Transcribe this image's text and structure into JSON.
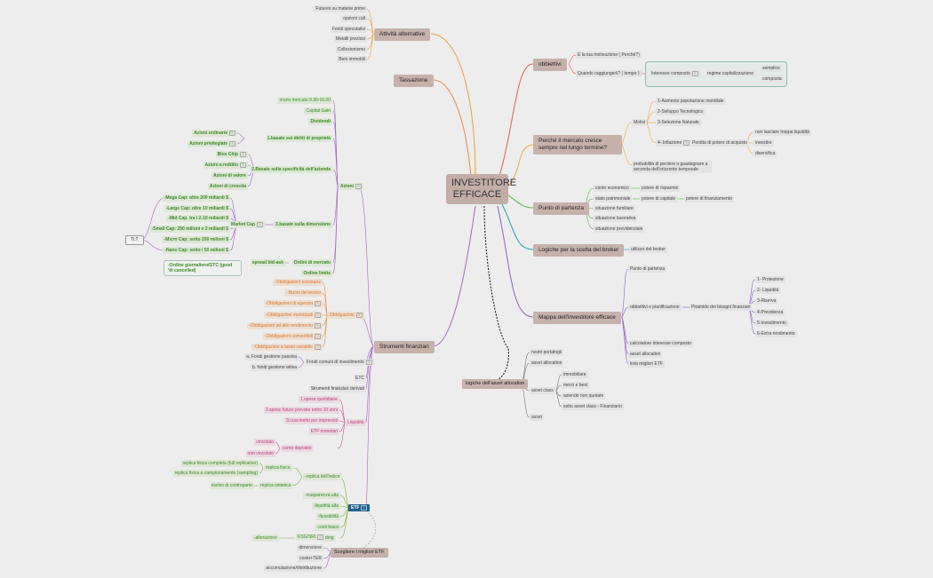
{
  "central": "INVESTITORE EFFICACE",
  "branches": {
    "alternative": {
      "label": "Attività alternative",
      "items": [
        "Futures su materie prime",
        "opzioni call",
        "Fondi speculativi",
        "Metalli preziosi",
        "Collezionismo",
        "Beni immobili"
      ]
    },
    "tassazione": {
      "label": "Tassazione"
    },
    "obiettivi": {
      "label": "obbiettivi",
      "items": [
        "E la tua motivazione ( Perché?)",
        "Quando raggiungerli? ( tempo )"
      ],
      "interesse": "Interesse composto",
      "regime": "regime capitalizzazione",
      "regime_items": [
        "semplice",
        "composta"
      ]
    },
    "mercato": {
      "label": "Perché il mercato cresce sempre nel lungo termine?",
      "motivi": "Motivi",
      "motivi_items": [
        "1-Aumento popolazione mondiale",
        "2-Sviluppo Tecnologico",
        "3-Selezione Naturale",
        "4- Inflazione"
      ],
      "perdita": "Perdita di potere di acquisto",
      "perdita_items": [
        "non lasciare troppa liquidità",
        "investire",
        "diversifica"
      ],
      "probabilita": "probabilità di perdere o guadagnare a seconda dell'orizzonte temporale"
    },
    "partenza": {
      "label": "Punto di partenza",
      "items": [
        "conto economico",
        "stato patrimoniale",
        "situazione familiare",
        "situazione lavorativa",
        "situazione previdenziale"
      ],
      "risparmio": "potere di risparmio",
      "capitale": "potere di capitale",
      "finanziamento": "potere di finanziamento"
    },
    "logiche": {
      "label": "Logiche per la scelta del broker",
      "item": "utilizzo del broker"
    },
    "mappa": {
      "label": "Mappa dell'investitore efficace",
      "items": [
        "Punto di partenza",
        "obbiettivi e pianificazione",
        "calcolatore interesse composto",
        "asset allocation",
        "lista migliori ETF"
      ],
      "piramide": "Piramide dei bisogni finanziari",
      "piramide_items": [
        "1- Protezione",
        "2- Liquidità",
        "3-Riserva",
        "4-Previdenza",
        "5-Investimento",
        "6-Extra rendimento"
      ]
    },
    "asset": {
      "label": "logiche dell'asset allocation",
      "items": [
        "nostri portafogli",
        "asset allocation",
        "asset class",
        "asset"
      ],
      "class_items": [
        "immobiliare",
        "merci e beni",
        "aziende non quotate",
        "sotto asset class - Finanziario"
      ]
    },
    "strumenti": {
      "label": "Strumenti finanziari",
      "azioni": "Azioni",
      "azioni_top": [
        "orario mercato 9.30-16.00",
        "Capital Gain",
        "Dividendi"
      ],
      "diritti": "1.basate sui diritti di proprietà",
      "diritti_items": [
        "Azioni ordinarie",
        "Azioni privilegiate"
      ],
      "specificita": "2.Basate sulla specificità dell'azienda",
      "specificita_items": [
        "Blue Chip",
        "Azioni a reddito",
        "Azioni di valore",
        "Azioni di crescita"
      ],
      "dimensione": "3.basate sulla dimensione",
      "marketcap": "Market Cap",
      "marketcap_items": [
        "-Mega Cap: oltre 200 miliardi $",
        "-Large Cap: oltre 10 miliardi $",
        "-Mid Cap. tra i 2-10 miliardi $",
        "-Small Cap: 250 milioni e 2 miliardi $",
        "-Micro Cap: sotto 250 milioni $",
        "-Nano Cap: sotto i 50 milioni $"
      ],
      "tlt": "TLT",
      "ordini": "Ordini di mercato",
      "spread": "spread bid-ask",
      "ordine_limite": "Ordine limite",
      "gtc": "-Ordine giornaliero/GTC (good 'til cancelled)",
      "obbligazioni": "Obbligazioni",
      "obbligazioni_items": [
        "-Obbligazioni societarie",
        "- Buoni del tesoro",
        "-Obbligazioni di agenzia",
        "-Obbligazioni municipali",
        "-Obbligazioni ad alto rendimento",
        "-Obbligazioni convertibili",
        "-Obbligazioni a tasso variabile"
      ],
      "fondi": "Fondi comuni di investimento",
      "fondi_items": [
        "a. Fondi gestione passiva",
        "b. fondi gestione attiva"
      ],
      "etc": "ETC",
      "derivati": "Strumenti finanziari derivati",
      "liquidita": "Liquidità",
      "liquidita_items": [
        "1.spese quotidiane",
        "2.spese future previste entro 10 anni",
        "3.cuscinetto per imprevisti",
        "ETF monetari"
      ],
      "conto": "conto deposito",
      "conto_items": [
        "vincolato",
        "non vincolato"
      ],
      "etf": "ETF",
      "replica_indice": "-replica dell'indice",
      "replica_fisica": "replica fisica",
      "replica_fisica_items": [
        "replica fisica completa (full replication)",
        "replica fisica a campionamento (sampling)"
      ],
      "replica_sintetica": "replica sintetica",
      "rischio": "rischio di controparte",
      "etf_items": [
        "-trasparenza alta",
        "-liquidità alta",
        "-flessibilità",
        "-costi bassi"
      ],
      "rating": "rating",
      "esg": "ESG/SRI",
      "alterazione": "-alterazione",
      "scegliere": "Scegliere i migliori ETF",
      "scegliere_items": [
        "dimensione",
        "costo+TER",
        "accumulazione/distribuzione"
      ]
    }
  },
  "colors": {
    "alternative": "#f0a13a",
    "tassazione": "#ee8a4a",
    "obiettivi": "#e8604a",
    "mercato": "#f3a93f",
    "partenza": "#5bb847",
    "logiche": "#1fa7b5",
    "mappa": "#8760c9",
    "strumenti": "#a566c6",
    "azioni": "#7ab530",
    "obbligazioni": "#f0903a",
    "liquidita": "#d1568f",
    "green": "#7ab530"
  }
}
